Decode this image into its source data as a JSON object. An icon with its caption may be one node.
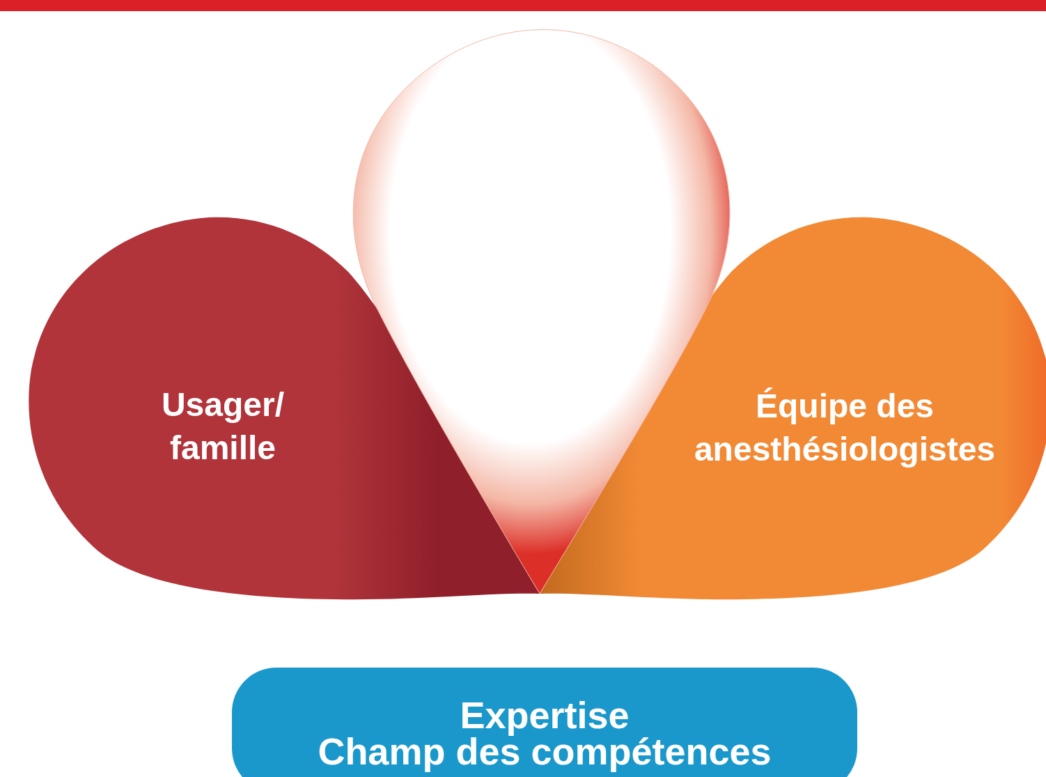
{
  "diagram": {
    "nodes": [
      {
        "text": [],
        "shape": "bar"
      },
      {
        "text": [
          "Usager/ famille"
        ]
      },
      {
        "text": [],
        "shape": "teardrop"
      },
      {
        "text": [
          "Équipe des anesthésiologistes"
        ]
      },
      {
        "text": [
          "Expertise",
          "Champ des compétences"
        ]
      }
    ]
  }
}
